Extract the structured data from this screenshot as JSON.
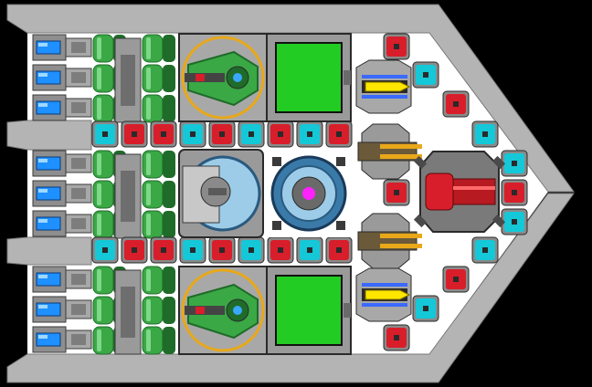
{
  "view": {
    "title": "",
    "background_color": "#000000"
  },
  "colors": {
    "hull_plate": "#b4b4b4",
    "hull_edge": "#7a7a7a",
    "deck": "#ffffff",
    "engine_block": "#9a9a9a",
    "thruster_blue": "#1e90ff",
    "fuel_tank_green": "#3aa845",
    "fuel_tank_dark": "#1f6b29",
    "armor_red": "#d81e2a",
    "armor_cyan": "#14c8d8",
    "screen_green": "#22cc22",
    "turret_gold": "#e8a81a",
    "missile_yellow": "#ffe600",
    "reactor_core": "#ff22ff",
    "shield_blue": "#9ccce8"
  },
  "ship": {
    "engine_stacks": 3,
    "thrusters_per_stack": 3,
    "armor_rows": 2,
    "blocks_per_armor_row": 9,
    "armor_pattern": [
      "cyan",
      "red",
      "red",
      "cyan",
      "red",
      "cyan",
      "red",
      "cyan",
      "red"
    ],
    "forward_blocks_top": [
      "red",
      "cyan",
      "red",
      "cyan"
    ],
    "forward_blocks_mid": [
      "cyan",
      "red",
      "cyan",
      "red"
    ],
    "forward_blocks_bottom": [
      "cyan",
      "red",
      "cyan",
      "red"
    ]
  },
  "modules": {
    "top": [
      "engine",
      "fuel-tanks",
      "gun-turret",
      "cargo-screen",
      "missile-launcher"
    ],
    "middle": [
      "engine",
      "fuel-tanks",
      "shield-generator",
      "reactor",
      "twin-cannons",
      "heavy-laser"
    ],
    "bottom": [
      "engine",
      "fuel-tanks",
      "gun-turret",
      "cargo-screen",
      "missile-launcher"
    ]
  },
  "icons": [
    "thruster-icon",
    "fuel-tank-icon",
    "turret-icon",
    "screen-icon",
    "missile-icon",
    "reactor-icon",
    "shield-icon",
    "cannon-icon",
    "laser-icon",
    "armor-block-icon"
  ]
}
